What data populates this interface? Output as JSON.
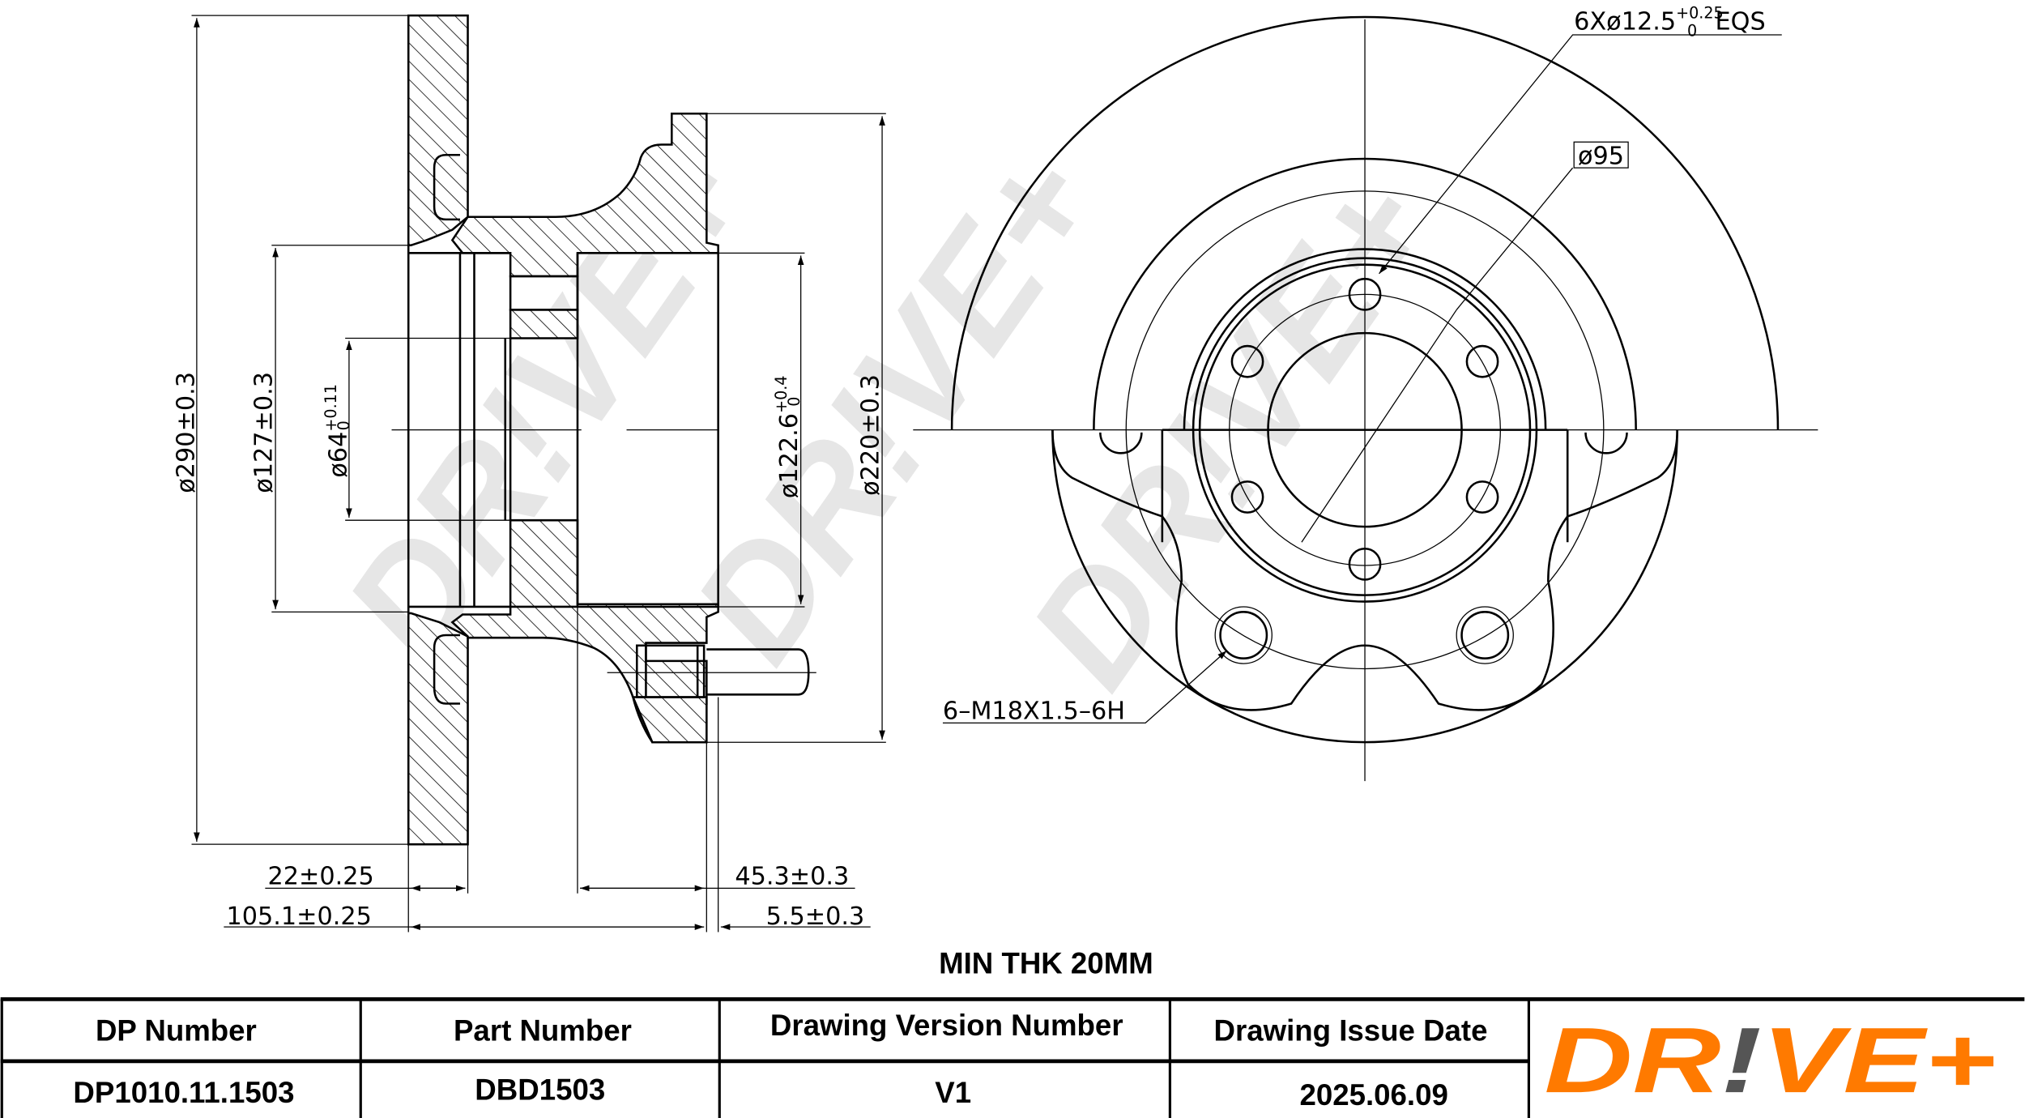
{
  "note": "MIN THK 20MM",
  "watermark": "DR!VE+",
  "dimensions": {
    "d290": "ø290±0.3",
    "d127": "ø127±0.3",
    "d64": {
      "main": "ø64",
      "upper": "+0.11",
      "lower": "0"
    },
    "d122": {
      "main": "ø122.6",
      "upper": "+0.4",
      "lower": "0"
    },
    "d220": "ø220±0.3",
    "w22": "22±0.25",
    "w105": "105.1±0.25",
    "w45": "45.3±0.3",
    "w55": "5.5±0.3",
    "holes": {
      "main": "6Xø12.5",
      "upper": "+0.25",
      "lower": "0",
      "suffix": "EQS"
    },
    "pcd": "ø95",
    "thread": "6–M18X1.5–6H"
  },
  "table": {
    "headers": [
      "DP Number",
      "Part Number",
      "Drawing Version Number",
      "Drawing Issue Date"
    ],
    "values": [
      "DP1010.11.1503",
      "DBD1503",
      "V1",
      "2025.06.09"
    ]
  },
  "logo": {
    "part1": "DR",
    "part2": "!",
    "part3": "VE+",
    "brand_color": "#ff7a00",
    "accent_color": "#555555"
  }
}
